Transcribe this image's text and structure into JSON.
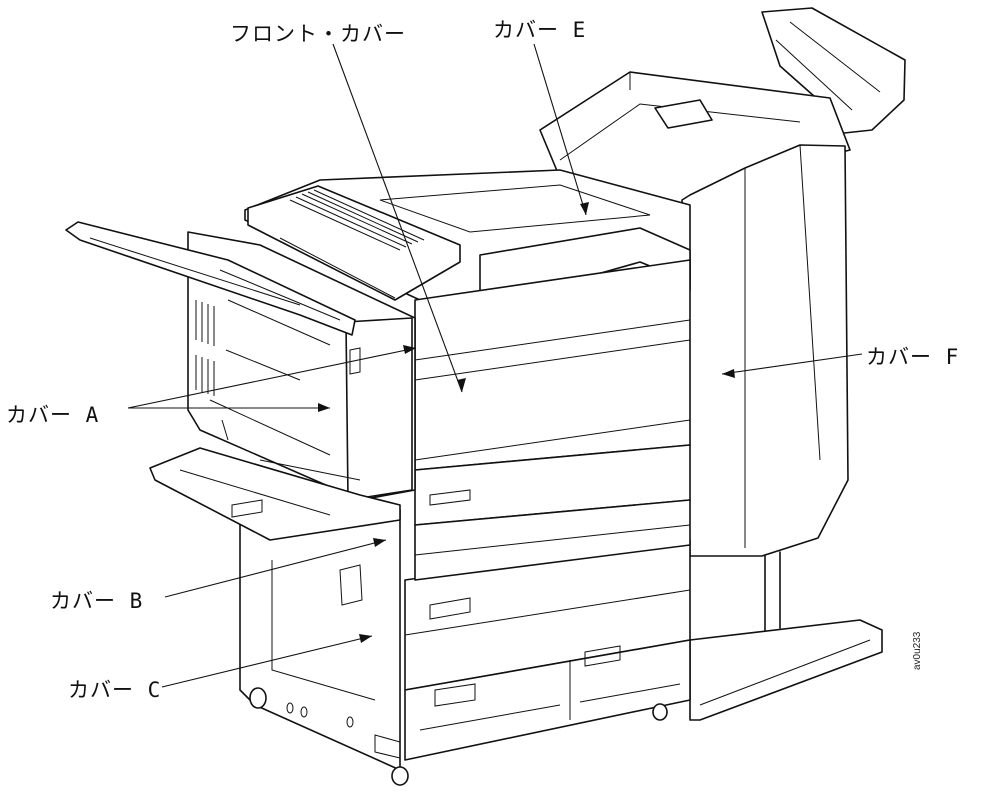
{
  "labels": {
    "front_cover": "フロント・カバー",
    "cover_e": "カバー E",
    "cover_f": "カバー F",
    "cover_a": "カバー A",
    "cover_b": "カバー B",
    "cover_c": "カバー C"
  },
  "figure_code": "av0u233"
}
